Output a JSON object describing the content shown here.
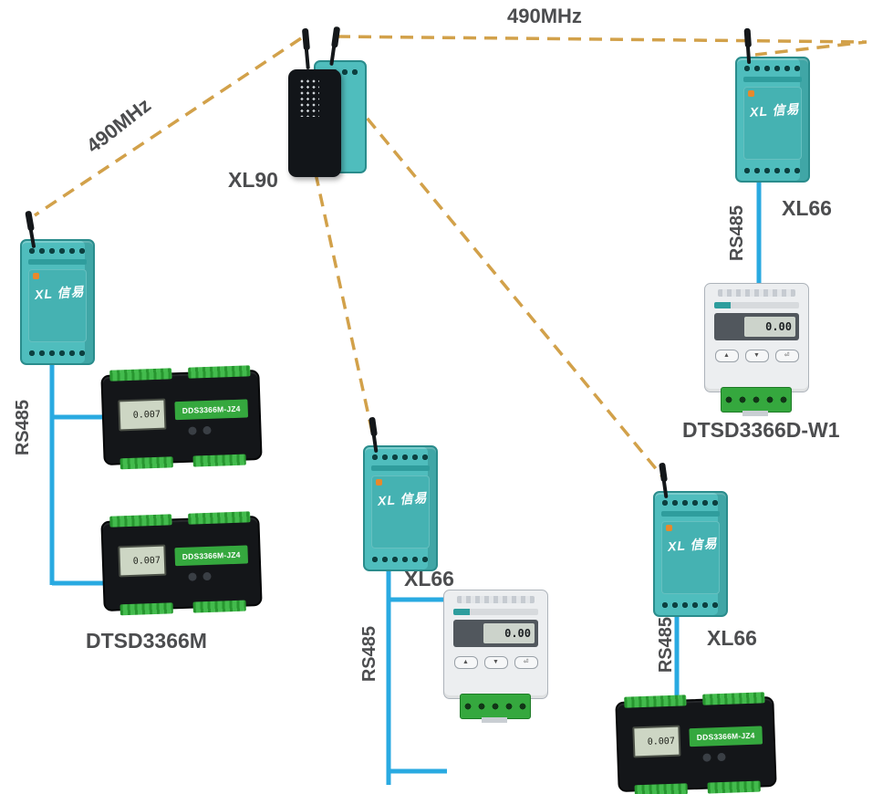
{
  "diagram": {
    "links": {
      "wireless_frequency": "490MHz",
      "serial_bus": "RS485"
    },
    "devices": {
      "gateway": {
        "label": "XL90"
      },
      "wireless_module": {
        "label": "XL66",
        "face_text": "XL 信易"
      },
      "meter_black": {
        "label": "DTSD3366M",
        "lcd_value": "0.007",
        "tag_text": "DDS3366M-JZ4"
      },
      "meter_white": {
        "label": "DTSD3366D-W1",
        "lcd_value": "0.00",
        "buttons": [
          "▲",
          "▼",
          "⏎"
        ]
      }
    },
    "colors": {
      "wireless_link": "#d2a14a",
      "rs485_link": "#29aae1",
      "module_teal": "#4fbdbd",
      "meter_green": "#35a83e",
      "label_text": "#4c4d4f"
    }
  }
}
